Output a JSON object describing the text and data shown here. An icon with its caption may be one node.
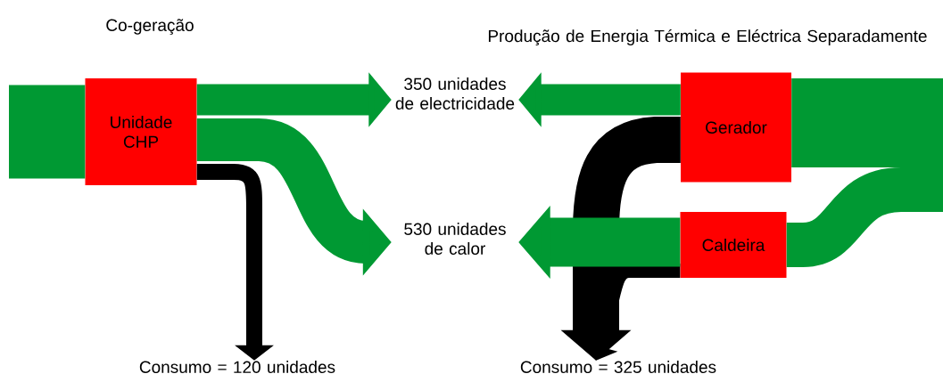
{
  "diagram": {
    "nodes": [
      {
        "text": [
          "Unidade CHP"
        ]
      },
      {
        "text": [
          "Gerador"
        ]
      },
      {
        "text": [
          "Caldeira"
        ]
      },
      {
        "text": [
          "350 unidades de electricidade"
        ]
      },
      {
        "text": [
          "530 unidades de calor"
        ]
      },
      {
        "text": [
          "Consumo = 120 unidades"
        ]
      },
      {
        "text": [
          "Consumo = 325 unidades"
        ]
      }
    ],
    "edges": [
      {
        "from": null,
        "to": 0,
        "arrow": "none",
        "style": "thick"
      },
      {
        "from": 0,
        "to": 5,
        "arrow": "to",
        "color": "#000000"
      },
      {
        "from": 0,
        "to": 3,
        "arrow": "to"
      },
      {
        "from": 0,
        "to": 4,
        "arrow": "to"
      },
      {
        "from": 1,
        "to": 6,
        "arrow": "to",
        "color": "#000000"
      },
      {
        "from": 2,
        "to": 6,
        "arrow": "to",
        "color": "#000000"
      },
      {
        "from": 1,
        "to": 3,
        "arrow": "to"
      },
      {
        "from": 2,
        "to": 4,
        "arrow": "to"
      },
      {
        "from": null,
        "to": 1,
        "arrow": "none",
        "style": "thick"
      },
      {
        "from": null,
        "to": 2,
        "arrow": "none"
      }
    ],
    "labels": [
      "Co-geração",
      "Produção de Energia Térmica e Eléctrica Separadamente"
    ]
  }
}
